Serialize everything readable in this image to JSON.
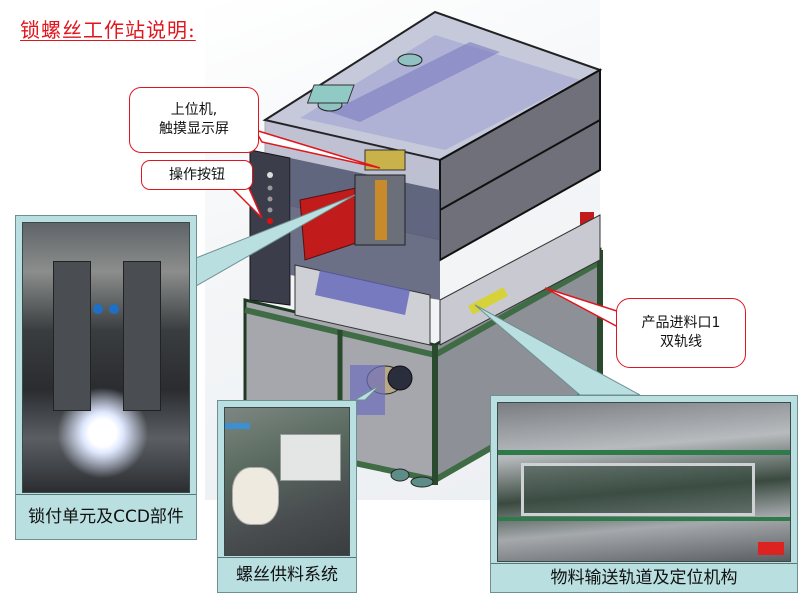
{
  "title": "锁螺丝工作站说明:",
  "callouts": {
    "host_pc": {
      "line1": "上位机,",
      "line2": "触摸显示屏"
    },
    "buttons": {
      "label": "操作按钮"
    },
    "infeed": {
      "line1": "产品进料口1",
      "line2": "双轨线"
    }
  },
  "panels": {
    "locking_unit": {
      "caption": "锁付单元及CCD部件"
    },
    "screw_feeder": {
      "caption": "螺丝供料系统"
    },
    "conveyor": {
      "caption": "物料输送轨道及定位机构"
    }
  },
  "colors": {
    "title_red": "#e0161e",
    "callout_border": "#e0161e",
    "panel_bg": "#b9dfe0",
    "frame_green": "#3f6b45",
    "panel_gray": "#6e6f78",
    "glass_blue": "#8e8fc9"
  }
}
